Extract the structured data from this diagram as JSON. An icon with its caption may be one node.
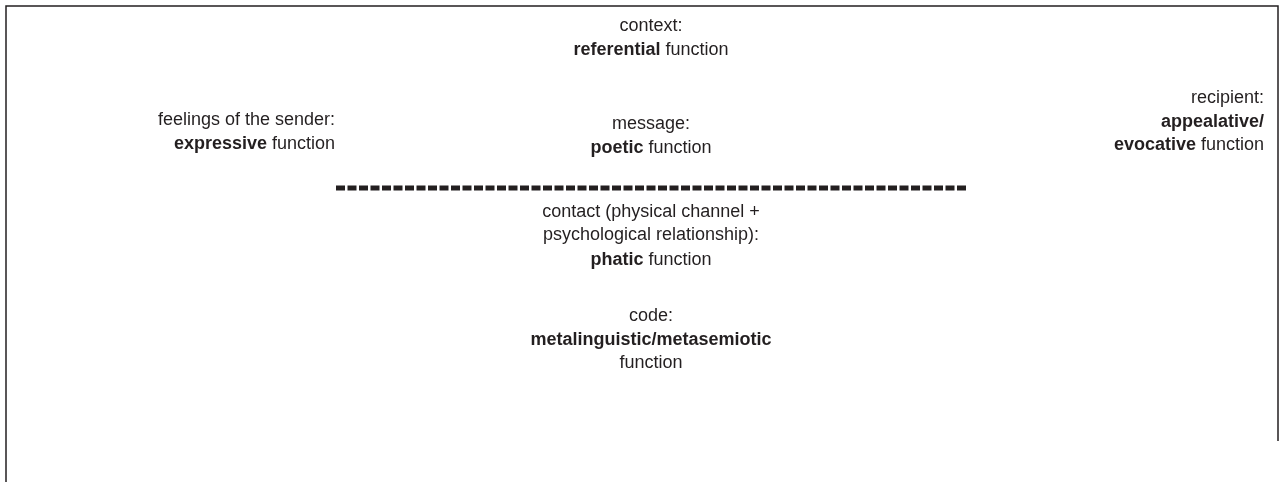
{
  "diagram": {
    "labels": [
      "context:",
      "**referential** function",
      "feelings of the sender:",
      "**expressive** function",
      "message:",
      "**poetic** function",
      "recipient:",
      "**appealative/ evocative** function",
      "contact (physical channel + psychological relationship):",
      "**phatic** function",
      "code:",
      "**metalinguistic/metasemiotic** function"
    ]
  }
}
